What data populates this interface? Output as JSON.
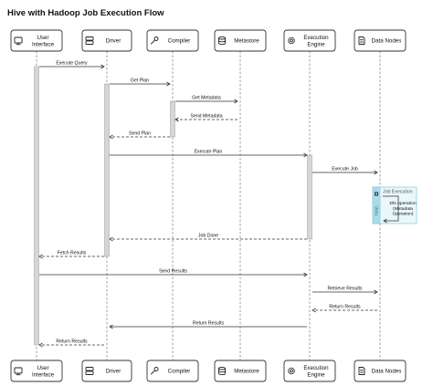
{
  "title": "Hive with Hadoop Job Execution Flow",
  "participants": [
    {
      "id": "ui",
      "lines": [
        "User",
        "Interface"
      ],
      "icon": "monitor-icon"
    },
    {
      "id": "driver",
      "lines": [
        "Driver"
      ],
      "icon": "server-icon"
    },
    {
      "id": "compiler",
      "lines": [
        "Compiler"
      ],
      "icon": "wrench-icon"
    },
    {
      "id": "metastore",
      "lines": [
        "Metastore"
      ],
      "icon": "database-icon"
    },
    {
      "id": "engine",
      "lines": [
        "Execution",
        "Engine"
      ],
      "icon": "gear-icon"
    },
    {
      "id": "datanodes",
      "lines": [
        "Data Nodes"
      ],
      "icon": "file-icon"
    }
  ],
  "messages": [
    {
      "from": "ui",
      "to": "driver",
      "label": "Execute Query",
      "style": "solid"
    },
    {
      "from": "driver",
      "to": "compiler",
      "label": "Get Plan",
      "style": "solid"
    },
    {
      "from": "compiler",
      "to": "metastore",
      "label": "Get Metadata",
      "style": "solid"
    },
    {
      "from": "metastore",
      "to": "compiler",
      "label": "Send Metadata",
      "style": "dashed"
    },
    {
      "from": "compiler",
      "to": "driver",
      "label": "Send Plan",
      "style": "dashed"
    },
    {
      "from": "driver",
      "to": "engine",
      "label": "Execute Plan",
      "style": "solid"
    },
    {
      "from": "engine",
      "to": "datanodes",
      "label": "Execute Job",
      "style": "solid"
    },
    {
      "from": "engine",
      "to": "driver",
      "label": "Job Done",
      "style": "dashed"
    },
    {
      "from": "driver",
      "to": "ui",
      "label": "Fetch Results",
      "style": "dashed"
    },
    {
      "from": "ui",
      "to": "engine",
      "label": "Send Results",
      "style": "solid"
    },
    {
      "from": "engine",
      "to": "datanodes",
      "label": "Retrieve Results",
      "style": "solid"
    },
    {
      "from": "datanodes",
      "to": "engine",
      "label": "Return Results",
      "style": "dashed"
    },
    {
      "from": "engine",
      "to": "driver",
      "label": "Return Results",
      "style": "solid"
    },
    {
      "from": "driver",
      "to": "ui",
      "label": "Return Results",
      "style": "dashed"
    }
  ],
  "loop": {
    "tag": "loop",
    "title": "Job Execution",
    "self_message": [
      "Dfs operation",
      "(Metadata",
      "Operation)"
    ]
  },
  "colors": {
    "line": "#333333",
    "activation": "#d6d6d6",
    "loop_fill": "#eaf7fb",
    "loop_border": "#8ccfe4"
  }
}
